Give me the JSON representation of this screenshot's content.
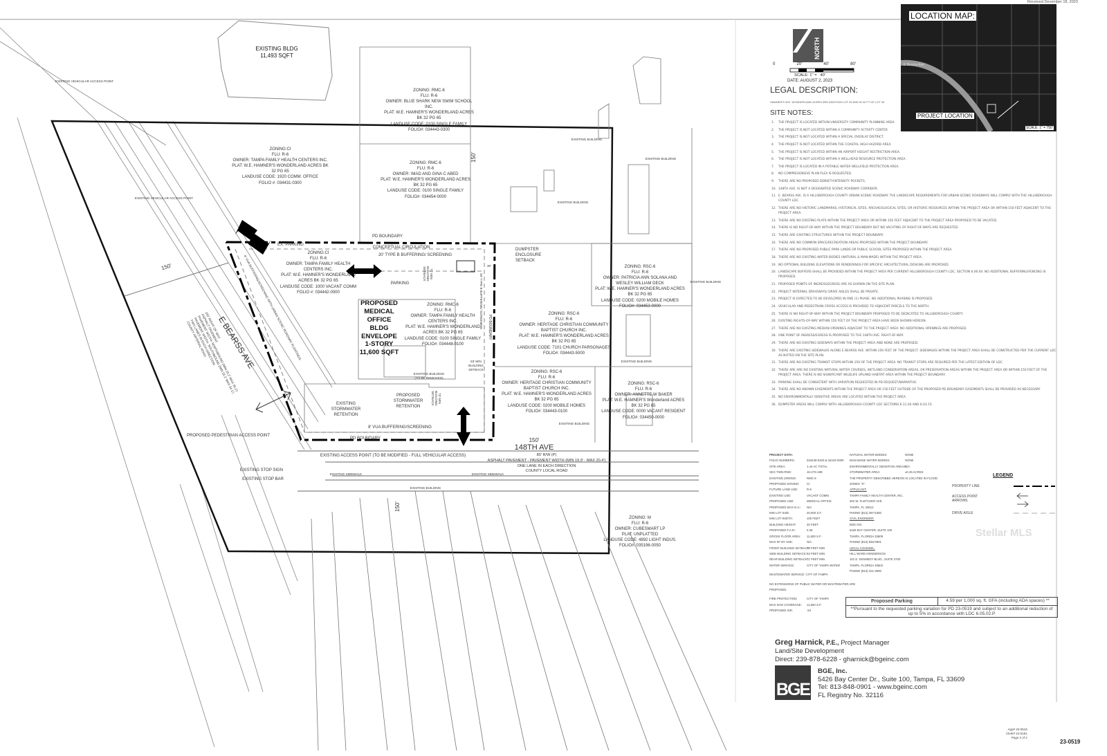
{
  "stamp": {
    "received": "Received December 18, 2023",
    "watermark": "Stellar MLS"
  },
  "plan": {
    "existing_bldg": "EXISTING BLDG\n11,493 SQFT",
    "access_top": "EXISTING VEHICULAR ACCESS POINT",
    "access_mid": "EXISTING VEHICULAR ACCESS POINT",
    "parcels": [
      "ZONING: RMC-6\nFLU: R-6\nOWNER: BLUE SHARK NEW SWIM SCHOOL\nINC.\nPLAT: W.E. HAMNER'S WONDERLAND ACRES\nBK 32 PG 65\nLANDUSE CODE: 0100 SINGLE FAMILY\nFOLIO#: 034443-0300",
      "ZONING:CI\nFLU: R-6\nOWNER: TAMPA FAMILY HEALTH CENTERS INC.\nPLAT: W.E. HAMNER'S WONDERLAND ACRES BK\n32 PG 65\nLANDUSE CODE: 1920 COMM. OFFICE\nFOLIO #: 034431-0300",
      "ZONING: RMC-6\nFLU: R-6\nOWNER: IMAD AND GINA C ABED\nPLAT: W.E. HAMNER'S WONDERLAND ACRES\nBK 32 PG 65\nLANDUSE CODE: 0100 SINGLE FAMILY\nFOLIO#: 034454-0000",
      "ZONING:CI\nFLU: R-6\nOWNER: TAMPA FAMILY HEALTH\nCENTERS INC.\nPLAT: W.E. HAMNER'S WONDERLAND\nACRES BK 32 PG 65\nLANDUSE CODE: 1000 VACANT COMM\nFOLIO #: 034442-0000",
      "ZONING: RMC-6\nFLU: R-6\nOWNER: TAMPA FAMILY HEALTH\nCENTERS INC.\nPLAT: W.E. HAMNER'S WONDERLAND\nACRES BK 32 PG 65\nLANDUSE CODE: 0100 SINGLE FAMILY\nFOLIO#: 034448-0100",
      "ZONING: RSC-6\nFLU: R-6\nOWNER: PATRICIA ANN SOLANA AND\nWESLEY WILLIAM DECK\nPLAT: W.E. HAMNER'S WONDERLAND ACRES\nBK 32 PG 65\nLANDUSE CODE: 0200 MOBILE HOMES\nFOLIO#: 034453-0000",
      "ZONING: RSC-6\nFLU: R-6\nOWNER: HERITAGE CHRISTIAN COMMUNITY\nBAPTIST CHURCH INC.\nPLAT: W.E. HAMNER'S WONDERLAND ACRES\nBK 32 PG 65\nLANDUSE CODE: 7101 CHURCH PARSONAGES\nFOLIO#: 034443-5000",
      "ZONING: RSC-6\nFLU: R-6\nOWNER: HERITAGE CHRISTIAN COMMUNITY\nBAPTIST CHURCH INC.\nPLAT: W.E. HAMNER'S WONDERLAND ACRES\nBK 32 PG 65\nLANDUSE CODE: 0200 MOBILE HOMES\nFOLIO#: 034443-0100",
      "ZONING: RSC-6\nFLU: R-6\nOWNER: ANNETTE W BAKER\nPLAT: W.E. HAMNER'S Wonderland ACRES\nBK 32 PG 65\nLANDUSE CODE: 0000 VACANT RESIDENT\nFOLIO#: 034450-0000",
      "ZONING: M\nFLU: R-6\nOWNER: CUBESMART LP\nPLAT: UNPLATTED\nLANDUSE CODE: 4892 LIGHT INDUS.\nFOLIO#: 035196-0050"
    ],
    "proposed_bldg": "PROPOSED\nMEDICAL\nOFFICE\nBLDG\nENVELOPE\n1-STORY\n11,600 SQFT",
    "existing_building": "EXISTING BUILDING",
    "existing_building_removed": "EXISTING BUILDING\n(TO BE REMOVED)",
    "pd_boundary": "PD BOUNDARY",
    "ex_parking": "EX. PARKING",
    "parking": "PARKING",
    "conceptual_circulation": "CONCEPTUAL CIRCULATION",
    "type_b_buffer": "20' TYPE B BUFFERING/ SCREENING",
    "dumpster": "DUMPSTER\nENCLOSURE\nSETBACK",
    "setback_71": "71' MIN\nBUILDING\nSETBACK",
    "setback_53": "53' MIN\nBUILDING\nSETBACK",
    "setback_73": "73' MIN\nBUILDING\nSETBACK",
    "dim_150": "150'",
    "dim_30": "30'",
    "existing_stormwater": "EXISTING\nSTORMWATER\nRETENTION",
    "proposed_stormwater": "PROPOSED\nSTORMWATER\nRETENTION",
    "vua_buffer": "8' VUA BUFFERING/SCREENING",
    "vua_buffer_diag": "8' VUA BUFFERING/SCREENING WITH URBAN SCENIC ROADWAY PLANTINGS",
    "ped_access": "PROPOSED PEDESTRIAN ACCESS POINT",
    "stop_sign": "EXISTING STOP SIGN",
    "stop_bar": "EXISTING STOP BAR",
    "access_modified": "EXISTING ACCESS POINT (TO BE MODIFIED - FULL VEHICULAR ACCESS)",
    "existing_sidewalk": "EXISTING SIDEWALK",
    "bearss": {
      "name": "E BEARSS AVE",
      "desc": "150' RIGHT OF WAY\nASPHALT PAVEMENT\nPAVEMENT WIDTH- NORTHBOUND (MIN 25.2' MAX 35.1')\nPAVEMENT WIDTH- SOUTHBOUND (MIN 26.2' MAX 34.1')\nTWO LANES IN EACH DIRECTION\nCOUNTY ARTERIAL ROAD"
    },
    "ave148": {
      "name": "148TH AVE",
      "desc": "80' R/W (P)\nASPHALT PAVEMENT - PAVEMENT WIDTH (MIN 19.9' - MAX 20.4')\nONE LANE IN EACH DIRECTION\nCOUNTY LOCAL ROAD"
    }
  },
  "north": {
    "label": "NORTH",
    "scale_ticks": [
      "0",
      "20'",
      "40'",
      "80'"
    ],
    "scale": "SCALE: 1\" =   40'",
    "date": "DATE: AUGUST 2, 2023"
  },
  "legal": {
    "heading": "LEGAL DESCRIPTION:",
    "text": "HAMNER'S W.E. WONDERLAND ACRES 3RD ADDITION LOT 25 AND W 42 FT OF LOT 26"
  },
  "location_map": {
    "title": "LOCATION MAP:",
    "project_location": "PROJECT LOCATION",
    "scale": "SCALE: 1\" = 750'",
    "street": "E Bearss Ave"
  },
  "site_notes": {
    "heading": "SITE NOTES:",
    "items": [
      "THE PROJECT IS LOCATED WITHIN UNIVERSITY COMMUNITY PLANNING AREA.",
      "THE PROJECT IS NOT LOCATED WITHIN A COMMUNITY ACTIVITY CENTER.",
      "THE PROJECT IS NOT LOCATED WITHIN A SPECIAL OVERLAY DISTRICT.",
      "THE PROJECT IS NOT LOCATED WITHIN THE COASTAL HIGH HAZARD AREA.",
      "THE PROJECT IS NOT LOCATED WITHIN AN AIRPORT HEIGHT RESTRICTION AREA.",
      "THE PROJECT IS NOT LOCATED WITHIN A WELLHEAD RESOURCE PROTECTION AREA.",
      "THE PROJECT IS LOCATED IN A POTABLE WATER WELLFIELD PROTECTION AREA.",
      "NO COMPREHENSIVE PLAN FLEX IS REQUESTED.",
      "THERE ARE NO PROPOSED DENSITY/INTENSITY POCKETS.",
      "148TH AVE. IS NOT A DESIGNATED SCENIC ROADWAY CORRIDOR.",
      "E. BEARSS AVE. IS A HILLSBOROUGH COUNTY URBAN SCENIC ROADWAY. THE LANDSCAPE REQUIREMENTS FOR URBAN SCENIC ROADWAYS WILL COMPLY WITH THE HILLSBOROUGH COUNTY LDC.",
      "THERE ARE NO HISTORIC LANDMARKS, HISTORICAL SITES, ARCHAEOLOGICAL SITES, OR HISTORIC RESOURCES WITHIN THE PROJECT AREA OR WITHIN 150 FEET ADJACENT TO THE PROJECT AREA.",
      "THERE ARE NO EXISTING PLATS WITHIN THE PROJECT AREA OR WITHIN 150 FEET ADJACENT TO THE PROJECT AREA PROPOSED TO BE VACATED.",
      "THERE IS NO RIGHT-OF-WAY WITHIN THE PROJECT BOUNDARY BUT NO VACATING OF RIGHT-OF-WAYS ARE REQUESTED.",
      "THERE ARE EXISTING STRUCTURES WITHIN THE PROJECT BOUNDARY.",
      "THERE ARE NO COMMON SPACE/RECREATION AREAS PROPOSED WITHIN THE PROJECT BOUNDARY.",
      "THERE ARE NO PROPOSED PUBLIC PARK LANDS OR PUBLIC SCHOOL SITES PROPOSED WITHIN THE PROJECT AREA.",
      "THERE ARE NO EXISTING WATER BODIES (NATURAL & MAN-MADE) WITHIN THE PROJECT AREA.",
      "NO OPTIONAL BUILDING ELEVATIONS OR RENDERINGS FOR SPECIFIC ARCHITECTURAL DESIGNS ARE PROPOSED.",
      "LANDSCAPE BUFFERS SHALL BE PROVIDED WITHIN THE PROJECT AREA PER CURRENT HILLSBOROUGH COUNTY LDC, SECTION 6.06.04. NO ADDITIONAL BUFFERING/FENCING IS PROPOSED.",
      "PROPOSED POINTS OF INGRESS/EGRESS ARE AS SHOWN ON THE SITE PLAN.",
      "PROJECT INTERNAL DRIVEWAYS/ DRIVE AISLES SHALL BE PRIVATE.",
      "PROJECT IS EXPECTED TO BE DEVELOPED IN ONE (1) PHASE. NO ADDITIONAL PHASING IS PROPOSED.",
      "VEHICULAR AND PEDESTRIAN CROSS ACCESS IS PROVIDED TO ADJACENT PARCELS TO THE NORTH.",
      "THERE IS NO RIGHT-OF-WAY WITHIN THE PROJECT BOUNDARY PROPOSED TO BE DEDICATED TO HILLSBOROUGH COUNTY.",
      "EXISTING RIGHTS-OF-WAY WITHIN 150 FEET OF THE PROJECT AREA HAVE BEEN SHOWN HEREON.",
      "THERE ARE NO EXISTING MEDIAN OPENINGS ADJACENT TO THE PROJECT AREA. NO ADDITIONAL OPENINGS ARE PROPOSED.",
      "ONE POINT OF INGRESS/EGRESS IS PROPOSED TO THE 148TH AVE. RIGHT-OF-WAY.",
      "THERE ARE NO EXISTING SIDEWAYS WITHIN THE PROJECT AREA AND NONE ARE PROPOSED.",
      "THERE ARE EXISTING SIDEWALKS ALONG E BEARSS AVE. WITHIN 150 FEET OF THE PROJECT. SIDEWALKS WITHIN THE PROJECT AREA SHALL BE CONSTRUCTED PER THE CURRENT LDC AS NOTED ON THE SITE PLAN.",
      "THERE ARE NO EXISTING TRANSIT STOPS WITHIN 150 OF THE PROJECT AREA. NO TRANSIT STOPS ARE REQUIRED PER THE LATEST EDITION OF LDC.",
      "THERE ARE ARE NO EXISTING NATURAL WATER COURSES, WETLAND CONSERVATION AREAS, OR PRESERVATION AREAS WITHIN THE PROJECT AREA OR WITHIN 150 FEET OF THE PROJECT AREA. THERE IS NO SIGNIFICANT WILDLIFE UPLAND HABITAT AREA WITHIN THE PROJECT BOUNDARY.",
      "PARKING SHALL BE CONSISTENT WITH VARIATION REQUESTED IN PD REQUEST/NARRATIVE.",
      "THERE ARE NO KNOWN EASEMENTS WITHIN THE PROJECT AREA OR 150 FEET OUTSIDE OF THE PROPOSED PD BOUNDARY. EASEMENTS SHALL BE PROVIDED AS NECESSARY.",
      "NO ENVIRONMENTALLY SENSITIVE AREAS ARE LOCATED WITHIN THE PROJECT AREA.",
      "DUMPSTER AREAS WILL COMPLY WITH HILLSBOROUGH COUNTY LDC SECTIONS 6.11.04 AND 6.03.15."
    ]
  },
  "project_data": {
    "heading": "PROJECT DATA:",
    "rows": [
      [
        "FOLIO NUMBERS:",
        "034448-0100 & 34442-0000"
      ],
      [
        "SITE AREA:",
        "1.44 AC TOTAL"
      ],
      [
        "SEC-TWN-RNG:",
        "15-27S-19E"
      ],
      [
        "EXISTING ZONING:",
        "RMC-6"
      ],
      [
        "PROPOSED ZONING:",
        "CI"
      ],
      [
        "FUTURE LAND USE:",
        "R-6"
      ],
      [
        "EXISTING USE:",
        "VACANT COMM."
      ],
      [
        "PROPOSED USE:",
        "MEDICAL OFFICE"
      ],
      [
        "PROPOSED MAX D.U.:",
        "N/A"
      ],
      [
        "MIN LOT SIZE:",
        "20,000 S.F."
      ],
      [
        "MIN LOT WIDTH:",
        "100 FEET"
      ],
      [
        "BUILDING HEIGHT:",
        "20 FEET"
      ],
      [
        "PROPOSED F.A.R.:",
        "0.36"
      ],
      [
        "GROSS FLOOR AREA:",
        "11,600 S.F."
      ],
      [
        "MAX SF BY USE:",
        "N/A"
      ],
      [
        "FRONT BUILDING SETBACK:",
        "73 FEET MIN"
      ],
      [
        "SIDE BUILDING SETBACK:",
        "53 FEET MIN"
      ],
      [
        "REAR BUILDING SETBACK:",
        "71 FEET MIN"
      ],
      [
        "WATER SERVICE:",
        "CITY OF TAMPA WATER"
      ]
    ],
    "wastewater": "WASTEWATER SERVICE: CITY OF TAMPA",
    "no_extensions": "NO EXTENSIONS OF PUBLIC WATER OR WASTEWATER ARE\nPROPOSED.",
    "rows2": [
      [
        "FIRE PROTECTION:",
        "CITY OF TAMPA"
      ],
      [
        "MAX SOG COVERAGE:",
        "11,600 S.F."
      ],
      [
        "PROPOSED ISR:",
        ".54"
      ]
    ],
    "right_rows": [
      [
        "NATURAL WATER BODIES:",
        "NONE"
      ],
      [
        "MAN-MADE WATER BODIES:",
        "NONE"
      ],
      [
        "ENVIRONMENTALLY SENSITIVE AREAS:",
        "N/A"
      ],
      [
        "STORMWATER AREA:",
        "±0.25 ACRES"
      ]
    ],
    "flood": "THE PROPERTY DESCRIBED HEREON IS LOCATED IN FLOOD\nZONES \"X\".",
    "contacts": [
      {
        "title": "APPLICANT:",
        "lines": "TAMPA FAMILY HEALTH CENTER, INC.\n302 W. FLETCHER AVE.\nTAMPA, FL 33612\nPHONE (813) 397-5300"
      },
      {
        "title": "CIVIL ENGINEER:",
        "lines": "BGE INC.\n5426 BAY CENTER, SUITE 100\nTAMPA, FLORIDA 33609\nPHONE (813) 848-0901"
      },
      {
        "title": "LEGAL COUNSEL:",
        "lines": "HILL WARD HENDERSON\n101 E. KENNEDY BLVD., SUITE 3700\nTAMPA, FLORIDA 33602\nPHONE (813) 221-3900"
      }
    ]
  },
  "legend": {
    "title": "LEGEND",
    "property_line": "PROPERTY LINE",
    "access_arrows": "ACCESS POINT\nARROWS",
    "drive_aisle": "DRIVE AISLE"
  },
  "parking_table": {
    "label": "Proposed Parking",
    "value": "4.59 per 1,000 sq. ft. GFA (including ADA spaces) **",
    "note": "**Pursuant to the requested parking variation for PD 23-0519 and subject to an additional reduction of up to 5% in accordance with LDC 6.05.02.P"
  },
  "contact": {
    "name": "Greg Harnick",
    "credential": ", P.E.,",
    "role": " Project Manager",
    "dept": "Land/Site Development",
    "direct": "Direct: 239-878-6228 - gharnick@bgeinc.com"
  },
  "company": {
    "logo": "BGE",
    "name": "BGE, Inc.",
    "address": "5426 Bay Center Dr., Suite 100, Tampa, FL 33609",
    "tel": "Tel: 813-848-0901 - www.bgeinc.com",
    "registry": "FL Registry No. 32116"
  },
  "footer": {
    "app": "App# 23-0519\nClerk# 24-0181\nPage 2 of 2",
    "number": "23-0519"
  }
}
